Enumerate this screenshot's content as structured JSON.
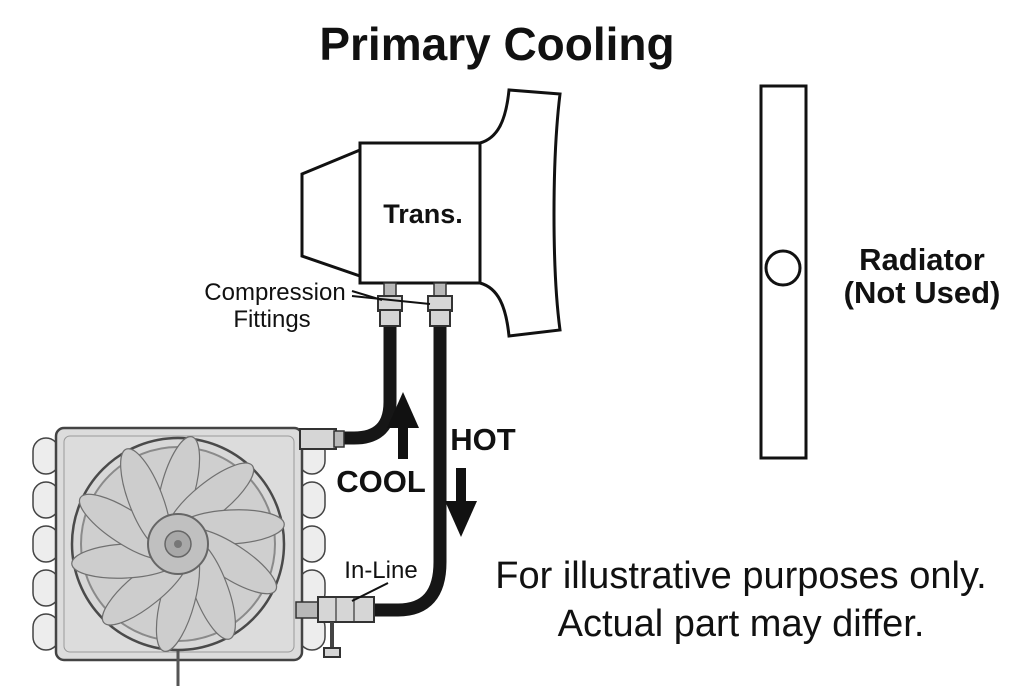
{
  "title": "Primary Cooling",
  "transmission": {
    "label": "Trans."
  },
  "fittings": {
    "compression_line1": "Compression",
    "compression_line2": "Fittings",
    "inline_label": "In-Line"
  },
  "flow": {
    "cool": "COOL",
    "hot": "HOT"
  },
  "radiator": {
    "line1": "Radiator",
    "line2": "(Not Used)"
  },
  "disclaimer": {
    "line1": "For illustrative purposes only.",
    "line2": "Actual part may differ."
  },
  "colors": {
    "background": "#ffffff",
    "line": "#111111",
    "hose": "#161616",
    "radiator_fill": "#c7c7c7",
    "cooler_fill": "#dcdcdc",
    "metal": "#d6d6d6"
  }
}
